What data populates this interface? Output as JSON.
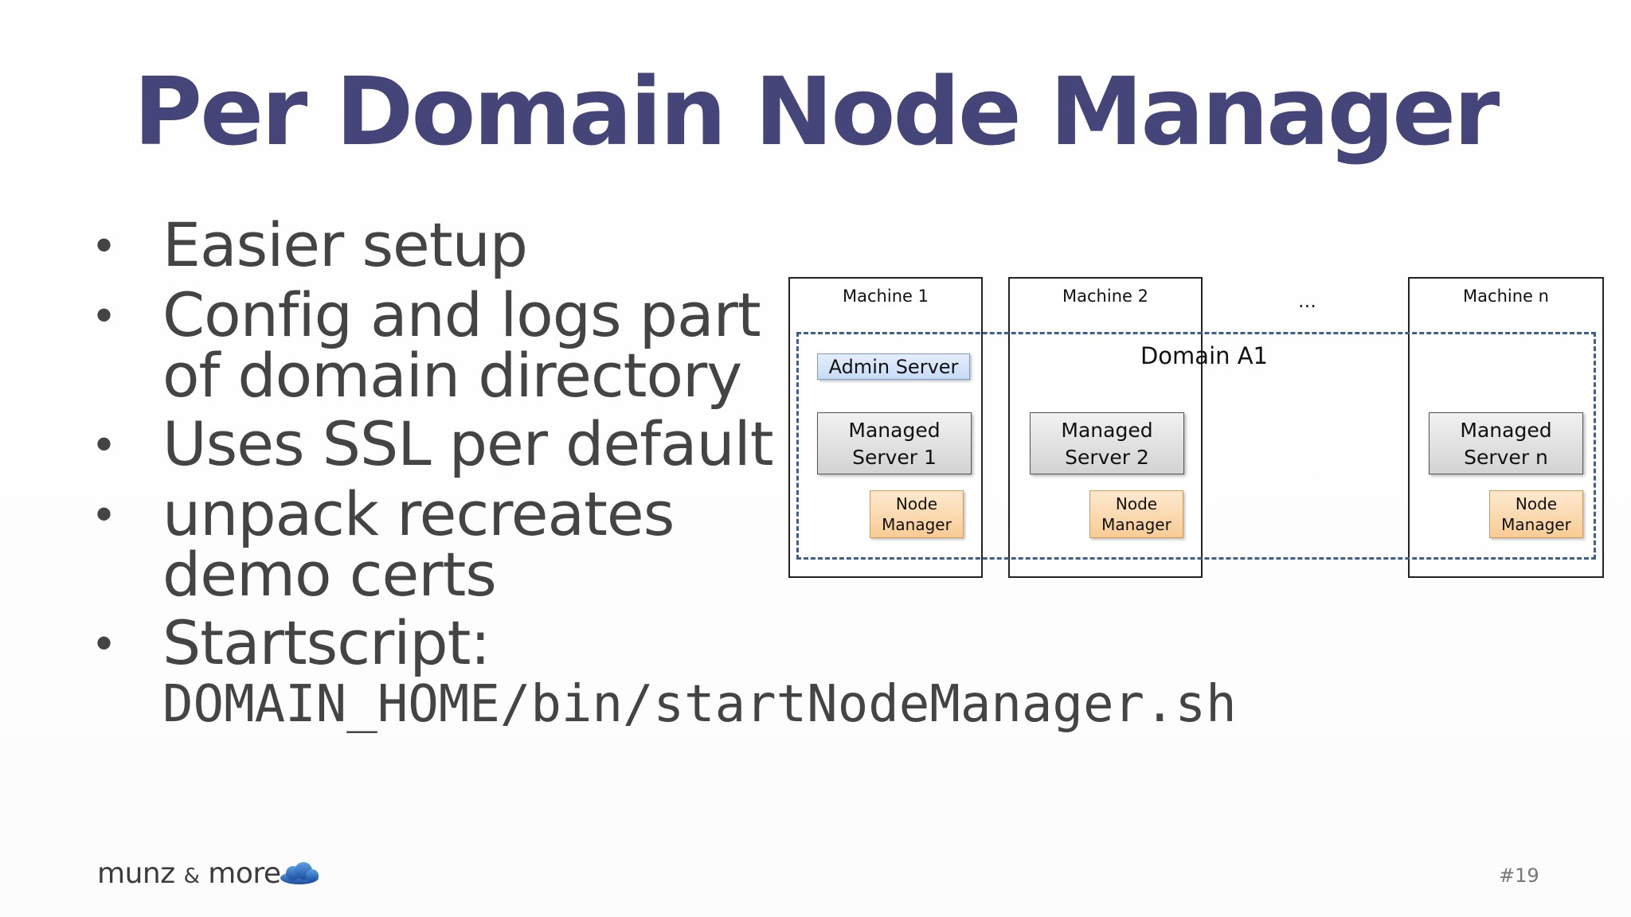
{
  "slide": {
    "title": "Per Domain Node Manager",
    "bullets": [
      {
        "lines": [
          "Easier setup"
        ]
      },
      {
        "lines": [
          "Config and logs part",
          "of domain directory"
        ]
      },
      {
        "lines": [
          "Uses SSL per default"
        ]
      },
      {
        "lines": [
          "unpack recreates",
          "demo certs"
        ]
      },
      {
        "lines": [
          "Startscript:"
        ],
        "code": "DOMAIN_HOME/bin/startNodeManager.sh"
      }
    ]
  },
  "diagram": {
    "machines": [
      "Machine 1",
      "Machine 2",
      "Machine n"
    ],
    "ellipsis": "...",
    "domain_label": "Domain A1",
    "admin_server": "Admin Server",
    "managed_servers": [
      {
        "line1": "Managed",
        "line2": "Server 1"
      },
      {
        "line1": "Managed",
        "line2": "Server 2"
      },
      {
        "line1": "Managed",
        "line2": "Server n"
      }
    ],
    "node_manager": {
      "line1": "Node",
      "line2": "Manager"
    }
  },
  "footer": {
    "brand_left": "munz",
    "brand_amp": "&",
    "brand_right": "more",
    "logo_icon": "cloud-icon",
    "page_number": "#19"
  },
  "colors": {
    "title": "#45457a",
    "text": "#444444",
    "domain_border": "#3d5f8c",
    "admin_fill": "#c8dbf6",
    "managed_fill": "#d3d3d3",
    "node_manager_fill": "#f8cc95"
  }
}
